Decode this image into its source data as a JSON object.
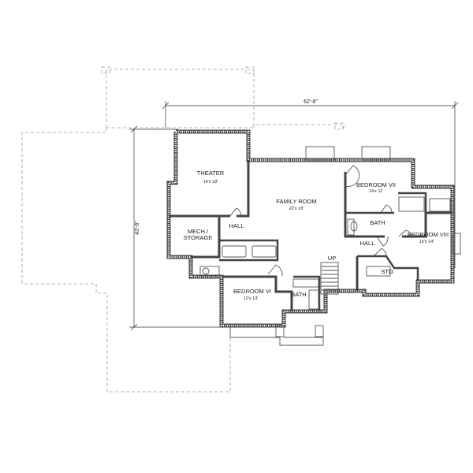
{
  "plan": {
    "overall_width": "62'-8\"",
    "overall_depth": "43'-6\"",
    "rooms": [
      {
        "name": "THEATER",
        "size": "14'x 18'"
      },
      {
        "name": "FAMILY ROOM",
        "size": "22'x 18'"
      },
      {
        "name": "BEDROOM VII",
        "size": "14'x 11'"
      },
      {
        "name": "BEDROOM VIII",
        "size": "10'x 14'"
      },
      {
        "name": "MECH./",
        "name2": "STORAGE"
      },
      {
        "name": "HALL"
      },
      {
        "name": "BATH"
      },
      {
        "name": "HALL"
      },
      {
        "name": "UP"
      },
      {
        "name": "STO."
      },
      {
        "name": "BEDROOM VI",
        "size": "12'x 13'"
      },
      {
        "name": "BATH"
      }
    ]
  }
}
